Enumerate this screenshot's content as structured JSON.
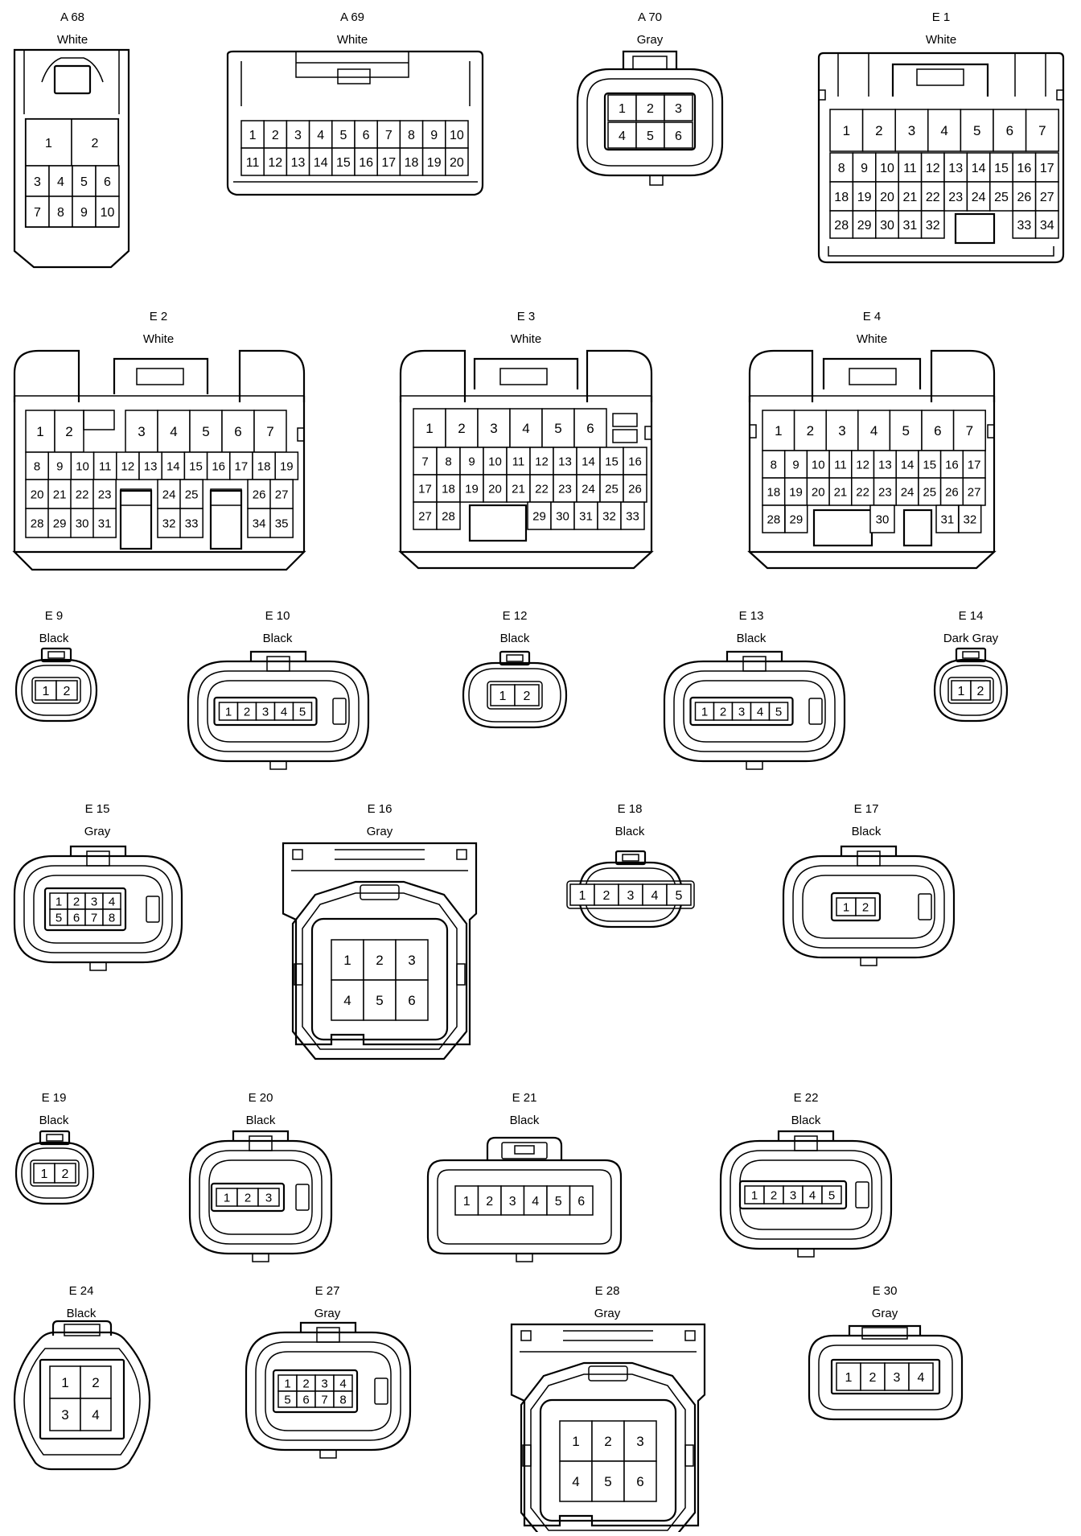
{
  "connectors": [
    {
      "id": "A 68",
      "color": "White",
      "rows": [
        [
          "1",
          "2"
        ],
        [
          "3",
          "4",
          "5",
          "6"
        ],
        [
          "7",
          "8",
          "9",
          "10"
        ]
      ]
    },
    {
      "id": "A 69",
      "color": "White",
      "rows": [
        [
          "1",
          "2",
          "3",
          "4",
          "5",
          "6",
          "7",
          "8",
          "9",
          "10"
        ],
        [
          "11",
          "12",
          "13",
          "14",
          "15",
          "16",
          "17",
          "18",
          "19",
          "20"
        ]
      ]
    },
    {
      "id": "A 70",
      "color": "Gray",
      "rows": [
        [
          "1",
          "2",
          "3"
        ],
        [
          "4",
          "5",
          "6"
        ]
      ]
    },
    {
      "id": "E 1",
      "color": "White",
      "rows": [
        [
          "1",
          "2",
          "3",
          "4",
          "5",
          "6",
          "7"
        ],
        [
          "8",
          "9",
          "10",
          "11",
          "12",
          "13",
          "14",
          "15",
          "16",
          "17"
        ],
        [
          "18",
          "19",
          "20",
          "21",
          "22",
          "23",
          "24",
          "25",
          "26",
          "27"
        ],
        [
          "28",
          "29",
          "30",
          "31",
          "32",
          "",
          "",
          "33",
          "34"
        ]
      ]
    },
    {
      "id": "E 2",
      "color": "White",
      "rows": [
        [
          "1",
          "2",
          "",
          "3",
          "4",
          "5",
          "6",
          "7"
        ],
        [
          "8",
          "9",
          "10",
          "11",
          "12",
          "13",
          "14",
          "15",
          "16",
          "17",
          "18",
          "19"
        ],
        [
          "20",
          "21",
          "22",
          "23",
          "",
          "24",
          "25",
          "",
          "26",
          "27"
        ],
        [
          "28",
          "29",
          "30",
          "31",
          "",
          "32",
          "33",
          "",
          "34",
          "35"
        ]
      ]
    },
    {
      "id": "E 3",
      "color": "White",
      "rows": [
        [
          "1",
          "2",
          "3",
          "4",
          "5",
          "6"
        ],
        [
          "7",
          "8",
          "9",
          "10",
          "11",
          "12",
          "13",
          "14",
          "15",
          "16"
        ],
        [
          "17",
          "18",
          "19",
          "20",
          "21",
          "22",
          "23",
          "24",
          "25",
          "26"
        ],
        [
          "27",
          "28",
          "",
          "29",
          "30",
          "31",
          "32",
          "33"
        ]
      ]
    },
    {
      "id": "E 4",
      "color": "White",
      "rows": [
        [
          "1",
          "2",
          "3",
          "4",
          "5",
          "6",
          "7"
        ],
        [
          "8",
          "9",
          "10",
          "11",
          "12",
          "13",
          "14",
          "15",
          "16",
          "17"
        ],
        [
          "18",
          "19",
          "20",
          "21",
          "22",
          "23",
          "24",
          "25",
          "26",
          "27"
        ],
        [
          "28",
          "29",
          "",
          "30",
          "",
          "31",
          "32"
        ]
      ]
    },
    {
      "id": "E 9",
      "color": "Black",
      "rows": [
        [
          "1",
          "2"
        ]
      ]
    },
    {
      "id": "E 10",
      "color": "Black",
      "rows": [
        [
          "1",
          "2",
          "3",
          "4",
          "5"
        ]
      ]
    },
    {
      "id": "E 12",
      "color": "Black",
      "rows": [
        [
          "1",
          "2"
        ]
      ]
    },
    {
      "id": "E 13",
      "color": "Black",
      "rows": [
        [
          "1",
          "2",
          "3",
          "4",
          "5"
        ]
      ]
    },
    {
      "id": "E 14",
      "color": "Dark Gray",
      "rows": [
        [
          "1",
          "2"
        ]
      ]
    },
    {
      "id": "E 15",
      "color": "Gray",
      "rows": [
        [
          "1",
          "2",
          "3",
          "4"
        ],
        [
          "5",
          "6",
          "7",
          "8"
        ]
      ]
    },
    {
      "id": "E 16",
      "color": "Gray",
      "rows": [
        [
          "1",
          "2",
          "3"
        ],
        [
          "4",
          "5",
          "6"
        ]
      ]
    },
    {
      "id": "E 17",
      "color": "Black",
      "rows": [
        [
          "1",
          "2"
        ]
      ]
    },
    {
      "id": "E 18",
      "color": "Black",
      "rows": [
        [
          "1",
          "2",
          "3",
          "4",
          "5"
        ]
      ]
    },
    {
      "id": "E 19",
      "color": "Black",
      "rows": [
        [
          "1",
          "2"
        ]
      ]
    },
    {
      "id": "E 20",
      "color": "Black",
      "rows": [
        [
          "1",
          "2",
          "3"
        ]
      ]
    },
    {
      "id": "E 21",
      "color": "Black",
      "rows": [
        [
          "1",
          "2",
          "3",
          "4",
          "5",
          "6"
        ]
      ]
    },
    {
      "id": "E 22",
      "color": "Black",
      "rows": [
        [
          "1",
          "2",
          "3",
          "4",
          "5"
        ]
      ]
    },
    {
      "id": "E 24",
      "color": "Black",
      "rows": [
        [
          "1",
          "2"
        ],
        [
          "3",
          "4"
        ]
      ]
    },
    {
      "id": "E 27",
      "color": "Gray",
      "rows": [
        [
          "1",
          "2",
          "3",
          "4"
        ],
        [
          "5",
          "6",
          "7",
          "8"
        ]
      ]
    },
    {
      "id": "E 28",
      "color": "Gray",
      "rows": [
        [
          "1",
          "2",
          "3"
        ],
        [
          "4",
          "5",
          "6"
        ]
      ]
    },
    {
      "id": "E 30",
      "color": "Gray",
      "rows": [
        [
          "1",
          "2",
          "3",
          "4"
        ]
      ]
    }
  ]
}
